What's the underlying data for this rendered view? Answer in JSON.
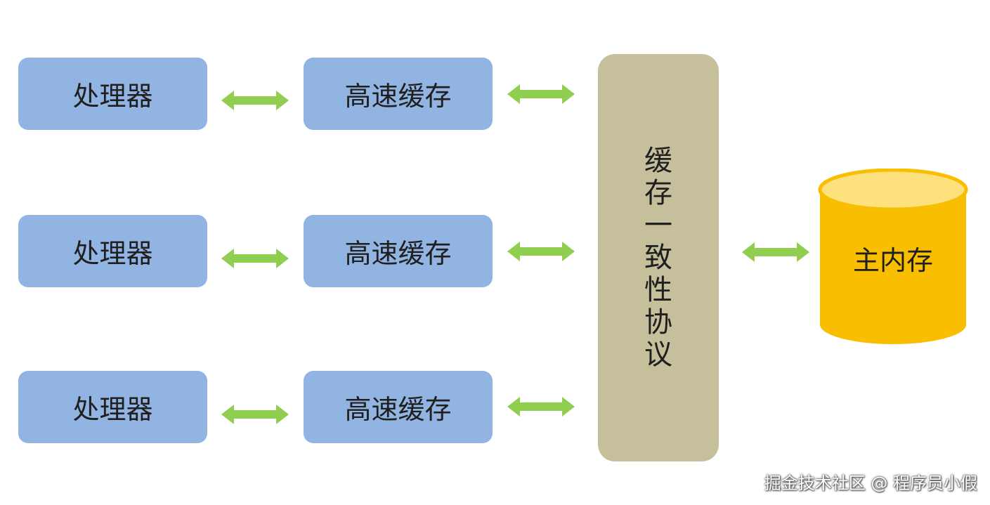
{
  "processors": [
    {
      "label": "处理器"
    },
    {
      "label": "处理器"
    },
    {
      "label": "处理器"
    }
  ],
  "caches": [
    {
      "label": "高速缓存"
    },
    {
      "label": "高速缓存"
    },
    {
      "label": "高速缓存"
    }
  ],
  "protocol": {
    "label": "缓存一致性协议"
  },
  "memory": {
    "label": "主内存"
  },
  "watermark": {
    "text": "掘金技术社区 @ 程序员小假"
  },
  "colors": {
    "box": "#92b4e2",
    "protocol": "#c5bf9b",
    "memory_body": "#f9be00",
    "memory_top": "#fde17f",
    "arrow": "#8fce4f"
  },
  "icons": {
    "arrow": "double-arrow-icon",
    "memory": "cylinder-icon"
  }
}
